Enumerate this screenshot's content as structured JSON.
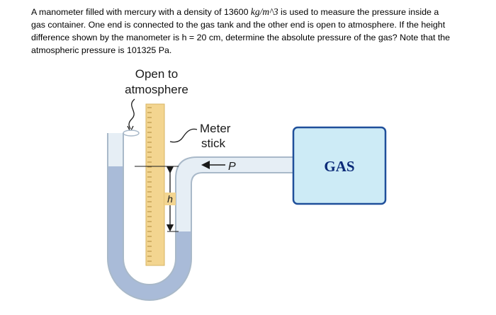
{
  "problem": {
    "line1_pre": "A manometer filled with mercury with a density of 13600 ",
    "line1_unit": "kg/m^3",
    "line1_post": " is used to measure the pressure inside a",
    "line2": "gas container. One end is connected to the gas tank and the other end is open to atmosphere. If the height",
    "line3": "difference shown by the manometer is h = 20 cm, determine the absolute pressure of the gas? Note that the",
    "line4": "atmospheric pressure is 101325 Pa."
  },
  "figure": {
    "open_label_1": "Open to",
    "open_label_2": "atmosphere",
    "meter_label_1": "Meter",
    "meter_label_2": "stick",
    "pressure_label": "P",
    "height_label": "h",
    "gas_label": "GAS"
  },
  "colors": {
    "tube_glass": "#e6eef5",
    "tube_outline": "#a9b9c9",
    "mercury": "#a9bbd8",
    "meter_stick": "#f3d590",
    "meter_ticks": "#b08a3a",
    "gas_box_fill": "#cdebf6",
    "gas_box_border": "#1f4f9a",
    "gas_text": "#0b2a78"
  }
}
